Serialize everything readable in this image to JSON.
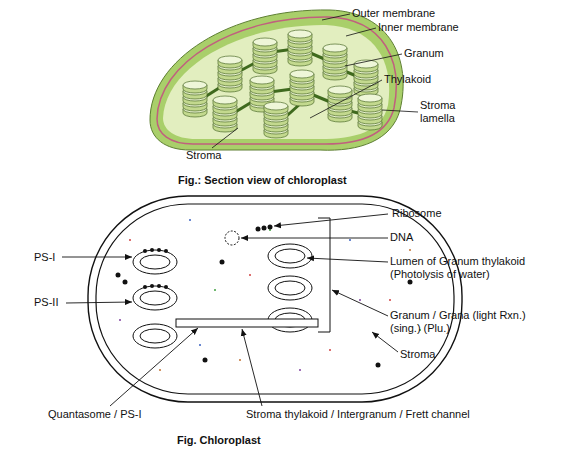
{
  "diagram": {
    "labels": [
      "Outer membrane",
      "Inner membrane",
      "Granum",
      "Thylakoid",
      "Stroma lamella",
      "Stroma",
      "Fig.: Section view of chloroplast",
      "Ribosome",
      "DNA",
      "PS-I",
      "Lumen of Granum thylakoid (Photolysis of water)",
      "PS-II",
      "Granum / Grana (light Rxn.) (sing.) (Plu.)",
      "Stroma",
      "Quantasome / PS-I",
      "Stroma thylakoid / Intergranum / Frett channel",
      "Fig. Chloroplast"
    ]
  }
}
